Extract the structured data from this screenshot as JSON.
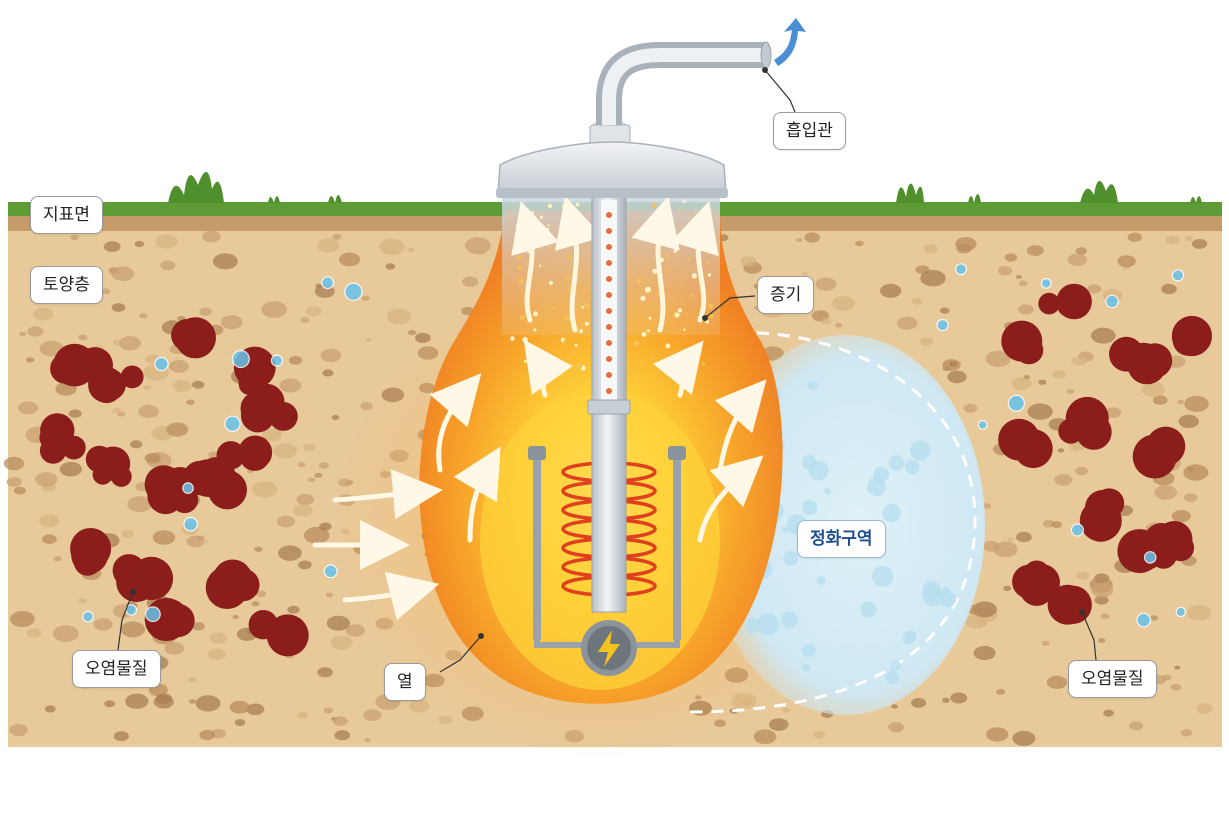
{
  "labels": {
    "surface": "지표면",
    "soil_layer": "토양층",
    "suction_pipe": "흡입관",
    "steam": "증기",
    "contaminant_left": "오염물질",
    "contaminant_right": "오염물질",
    "heat": "열",
    "purified_zone": "정화구역"
  },
  "icons": [
    "bolt-icon",
    "up-arrow-icon",
    "grass-icon"
  ],
  "colors": {
    "soil": "#e8c99a",
    "grass": "#5d9b35",
    "contaminant": "#8b1e1a",
    "heat_core": "#ffd43a",
    "heat_outer": "#f28a1e",
    "purified": "#cfe9f4",
    "pipe": "#d8dde2"
  }
}
